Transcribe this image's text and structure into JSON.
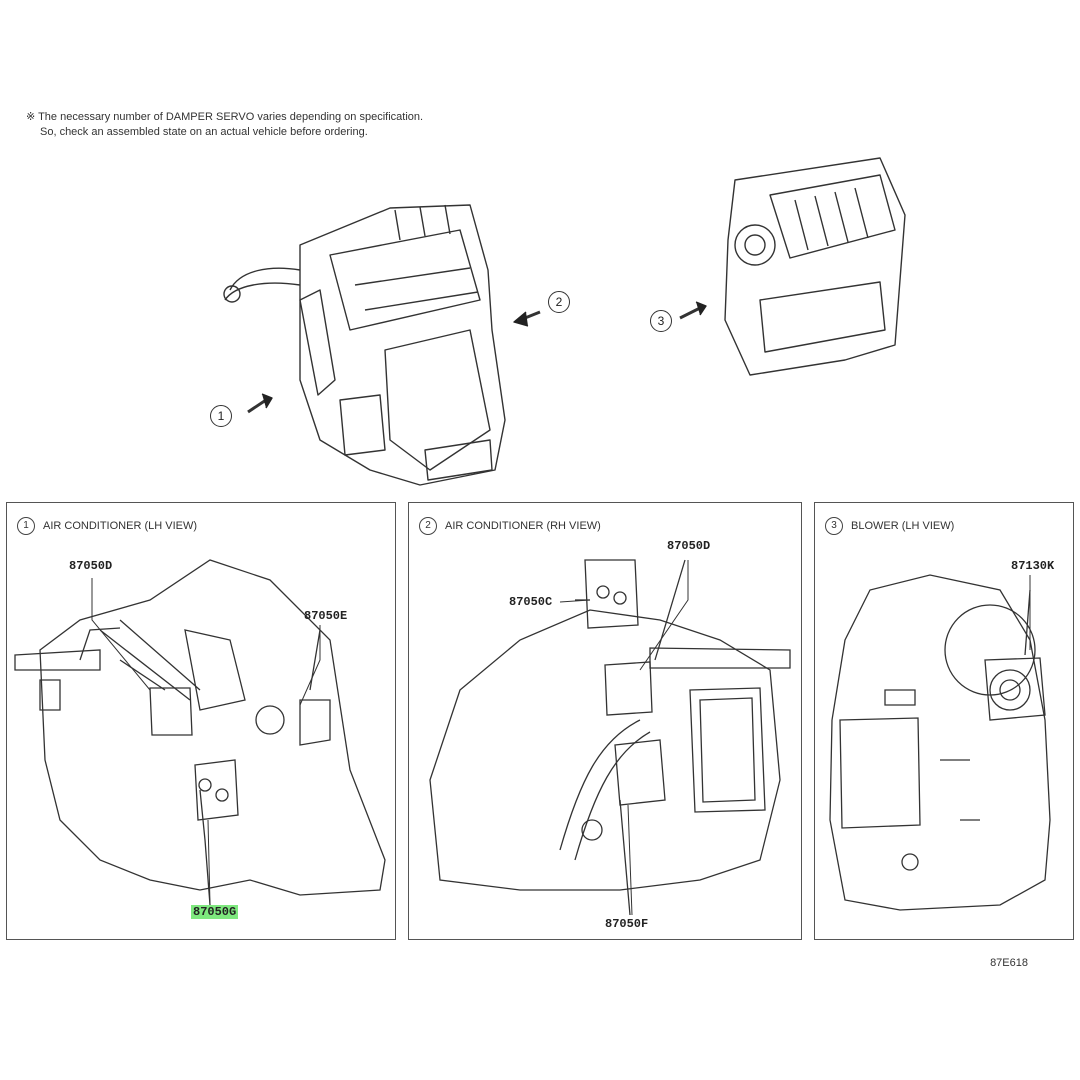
{
  "note": {
    "line1": "※ The necessary number of DAMPER SERVO varies depending on specification.",
    "line2": "So, check an assembled state on an actual vehicle before ordering."
  },
  "callouts": {
    "c1": "1",
    "c2": "2",
    "c3": "3"
  },
  "panels": [
    {
      "number": "1",
      "title": "AIR CONDITIONER (LH VIEW)",
      "parts": [
        "87050D",
        "87050E",
        "87050G"
      ]
    },
    {
      "number": "2",
      "title": "AIR CONDITIONER (RH VIEW)",
      "parts": [
        "87050D",
        "87050C",
        "87050F"
      ]
    },
    {
      "number": "3",
      "title": "BLOWER (LH VIEW)",
      "parts": [
        "87130K"
      ]
    }
  ],
  "highlight": {
    "part": "87050G",
    "color": "#7ee87e"
  },
  "figure_id": "87E618"
}
